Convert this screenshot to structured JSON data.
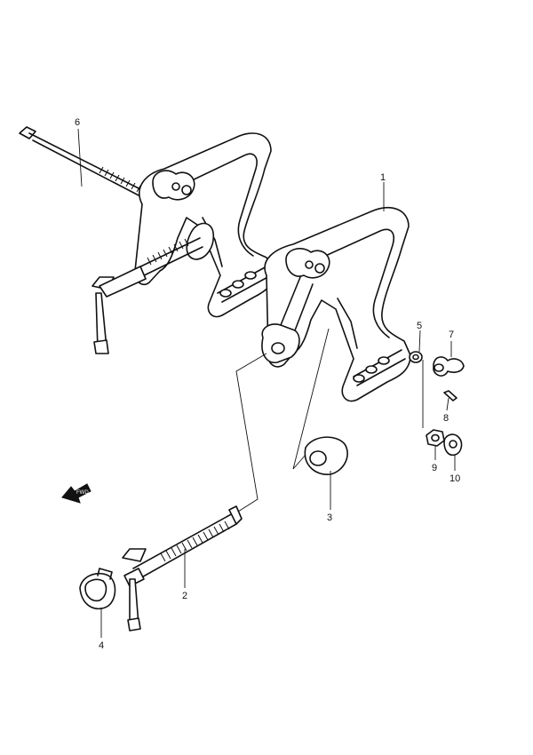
{
  "callouts": {
    "c1": "1",
    "c2": "2",
    "c3": "3",
    "c4": "4",
    "c5": "5",
    "c6": "6",
    "c7": "7",
    "c8": "8",
    "c9": "9",
    "c10": "10"
  },
  "direction_arrow": {
    "label": "FWD",
    "icon": "forward-arrow-icon"
  }
}
